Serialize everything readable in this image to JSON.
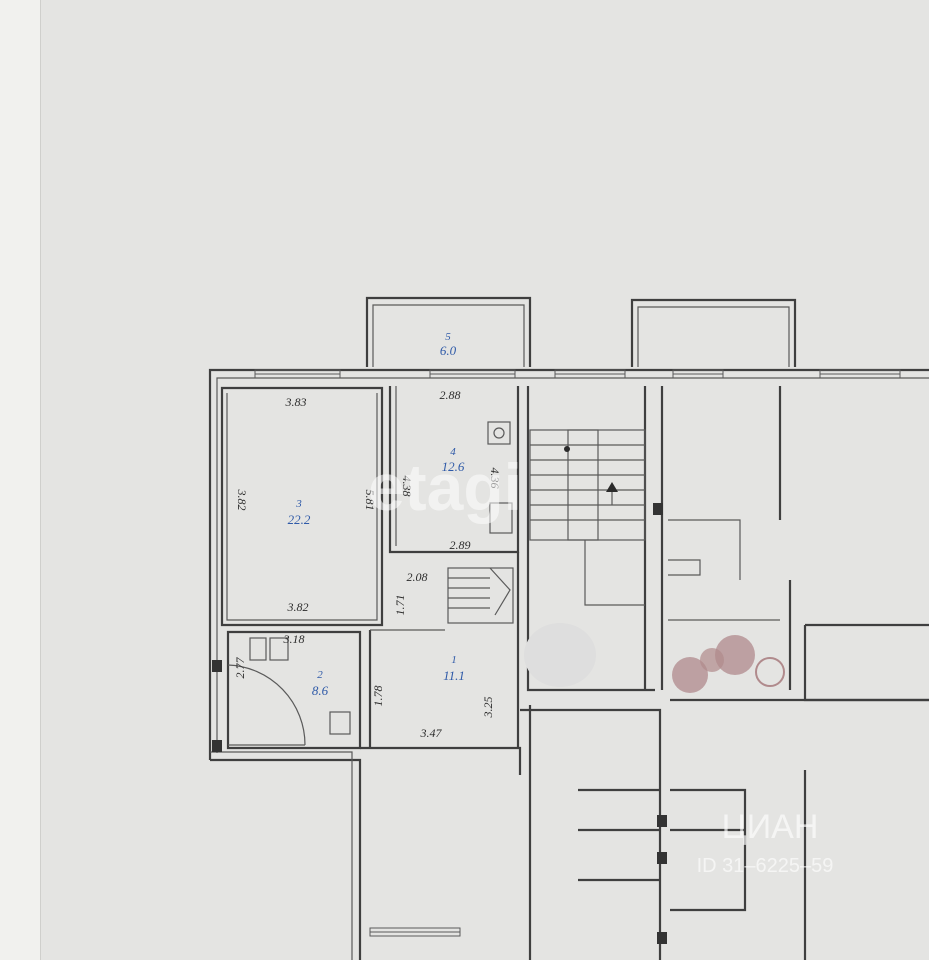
{
  "rooms": [
    {
      "number": "1",
      "area": "11.1"
    },
    {
      "number": "2",
      "area": "8.6"
    },
    {
      "number": "3",
      "area": "22.2"
    },
    {
      "number": "4",
      "area": "12.6"
    },
    {
      "number": "5",
      "area": "6.0"
    }
  ],
  "dimensions": [
    "3.83",
    "2.88",
    "3.82",
    "5.81",
    "4.38",
    "4.36",
    "2.89",
    "2.08",
    "1.71",
    "3.82",
    "3.18",
    "2.77",
    "1.78",
    "3.47",
    "3.25"
  ],
  "watermarks": {
    "etagi": "etagi",
    "cian": "ЦИАН",
    "listing_id": "ID 31–6225–59"
  },
  "colors": {
    "paper": "#e4e4e2",
    "wall": "#3f3f3f",
    "room_label": "#2f5aa8",
    "stain": "#b08a8c"
  }
}
